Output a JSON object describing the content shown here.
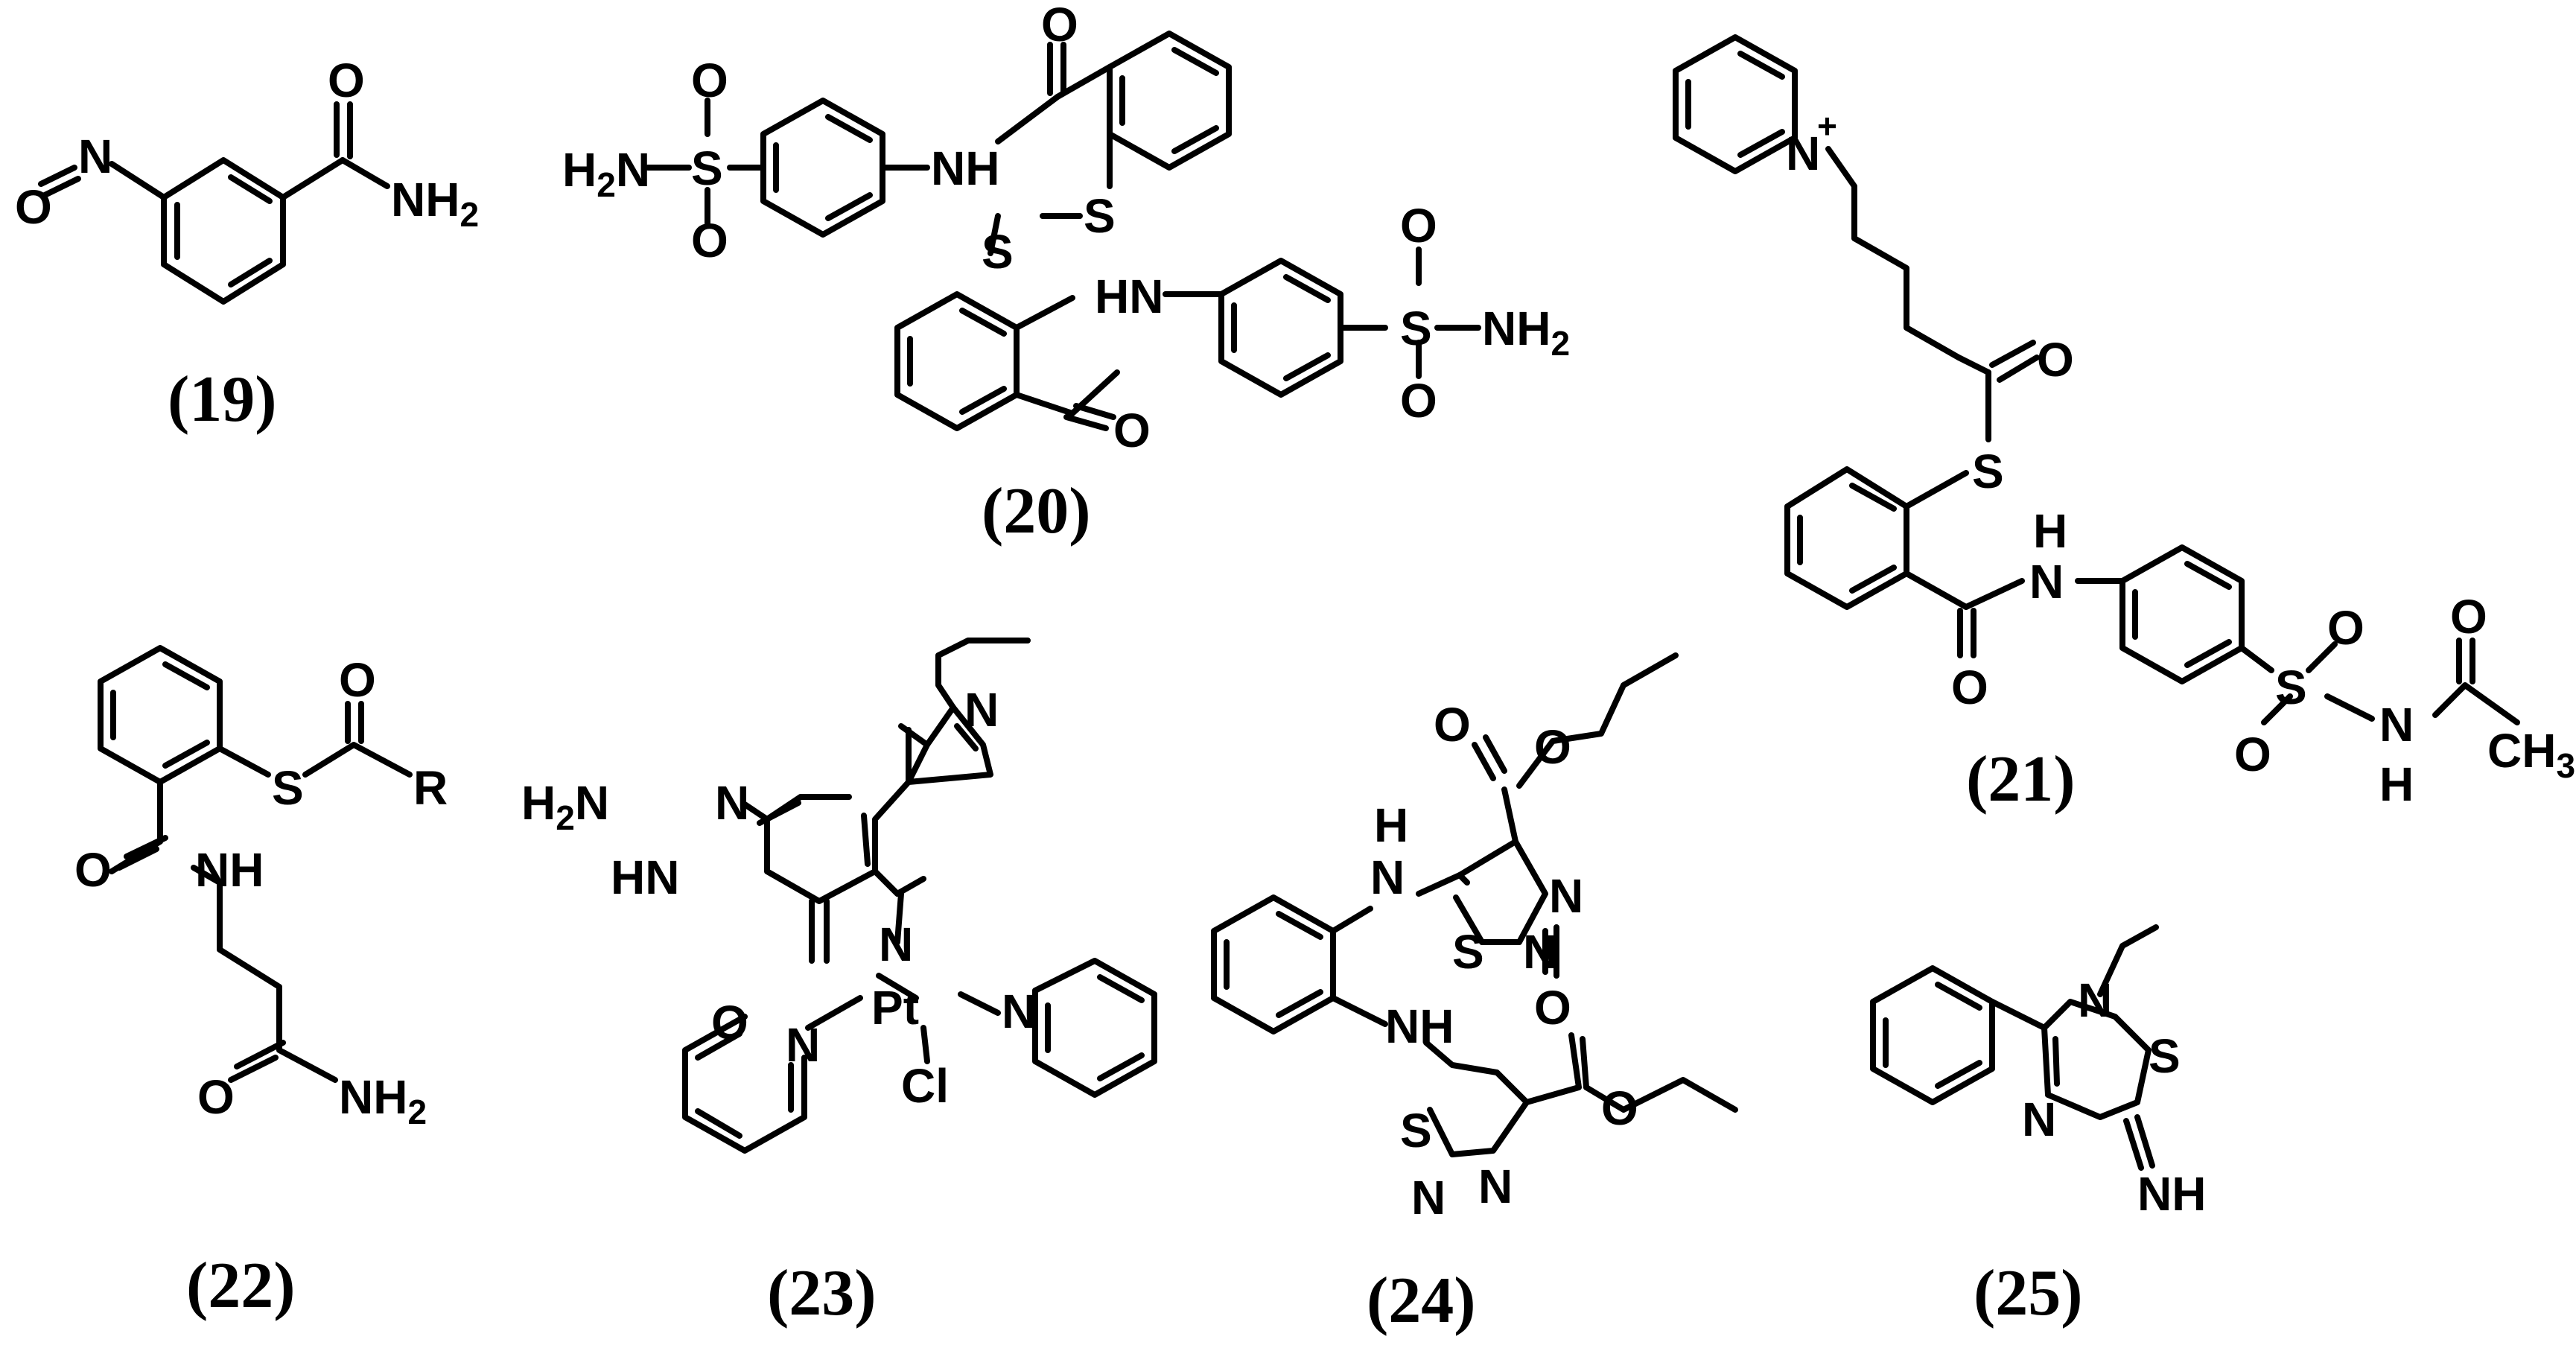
{
  "structures": [
    {
      "id": "19",
      "caption": "(19)",
      "labels": {
        "o_nitroso": "O",
        "n_nitroso": "N",
        "o_carbonyl": "O",
        "amide": "NH",
        "amide_sub": "2"
      }
    },
    {
      "id": "20",
      "caption": "(20)",
      "labels": {
        "h2n": "H",
        "h2n_sub": "2",
        "h2n_n": "N",
        "s_left": "S",
        "o_left_top": "O",
        "o_left_bottom": "O",
        "nh_top": "NH",
        "o_top": "O",
        "s1": "S",
        "s2": "S",
        "hn": "HN",
        "o_bottom": "O",
        "s_right": "S",
        "o_right_top": "O",
        "o_right_bottom": "O",
        "nh2_right": "NH",
        "nh2_right_sub": "2"
      }
    },
    {
      "id": "21",
      "caption": "(21)",
      "labels": {
        "n_pyr": "N",
        "plus": "+",
        "o_thioester": "O",
        "s": "S",
        "h": "H",
        "n_amide": "N",
        "o_amide": "O",
        "s_sulfonyl": "S",
        "o_sulf_top": "O",
        "o_sulf_bottom": "O",
        "n_sulf": "N",
        "h_sulf": "H",
        "o_acetyl": "O",
        "ch3": "CH",
        "ch3_sub": "3"
      }
    },
    {
      "id": "22",
      "caption": "(22)",
      "labels": {
        "o_thioester": "O",
        "s": "S",
        "r": "R",
        "o_amide1": "O",
        "nh": "NH",
        "o_amide2": "O",
        "nh2": "NH",
        "nh2_sub": "2"
      }
    },
    {
      "id": "23",
      "caption": "(23)",
      "labels": {
        "h2n": "H",
        "h2n_sub": "2",
        "h2n_n": "N",
        "n3": "N",
        "n9": "N",
        "hn1": "HN",
        "o6": "O",
        "n7": "N",
        "pt": "Pt",
        "cl": "Cl",
        "n_pyr_left": "N",
        "n_pyr_right": "N"
      }
    },
    {
      "id": "24",
      "caption": "(24)",
      "labels": {
        "o_ester1_carbonyl": "O",
        "o_ester1": "O",
        "h_top": "H",
        "n_top": "N",
        "n_ring1a": "N",
        "s_ring1": "S",
        "n_ring1b": "N",
        "nh_bottom": "NH",
        "o_ester2_carbonyl": "O",
        "o_ester2": "O",
        "s_ring2": "S",
        "n_ring2a": "N",
        "n_ring2b": "N"
      }
    },
    {
      "id": "25",
      "caption": "(25)",
      "labels": {
        "n_methyl": "N",
        "s": "S",
        "n_ring": "N",
        "nh": "NH"
      }
    }
  ]
}
